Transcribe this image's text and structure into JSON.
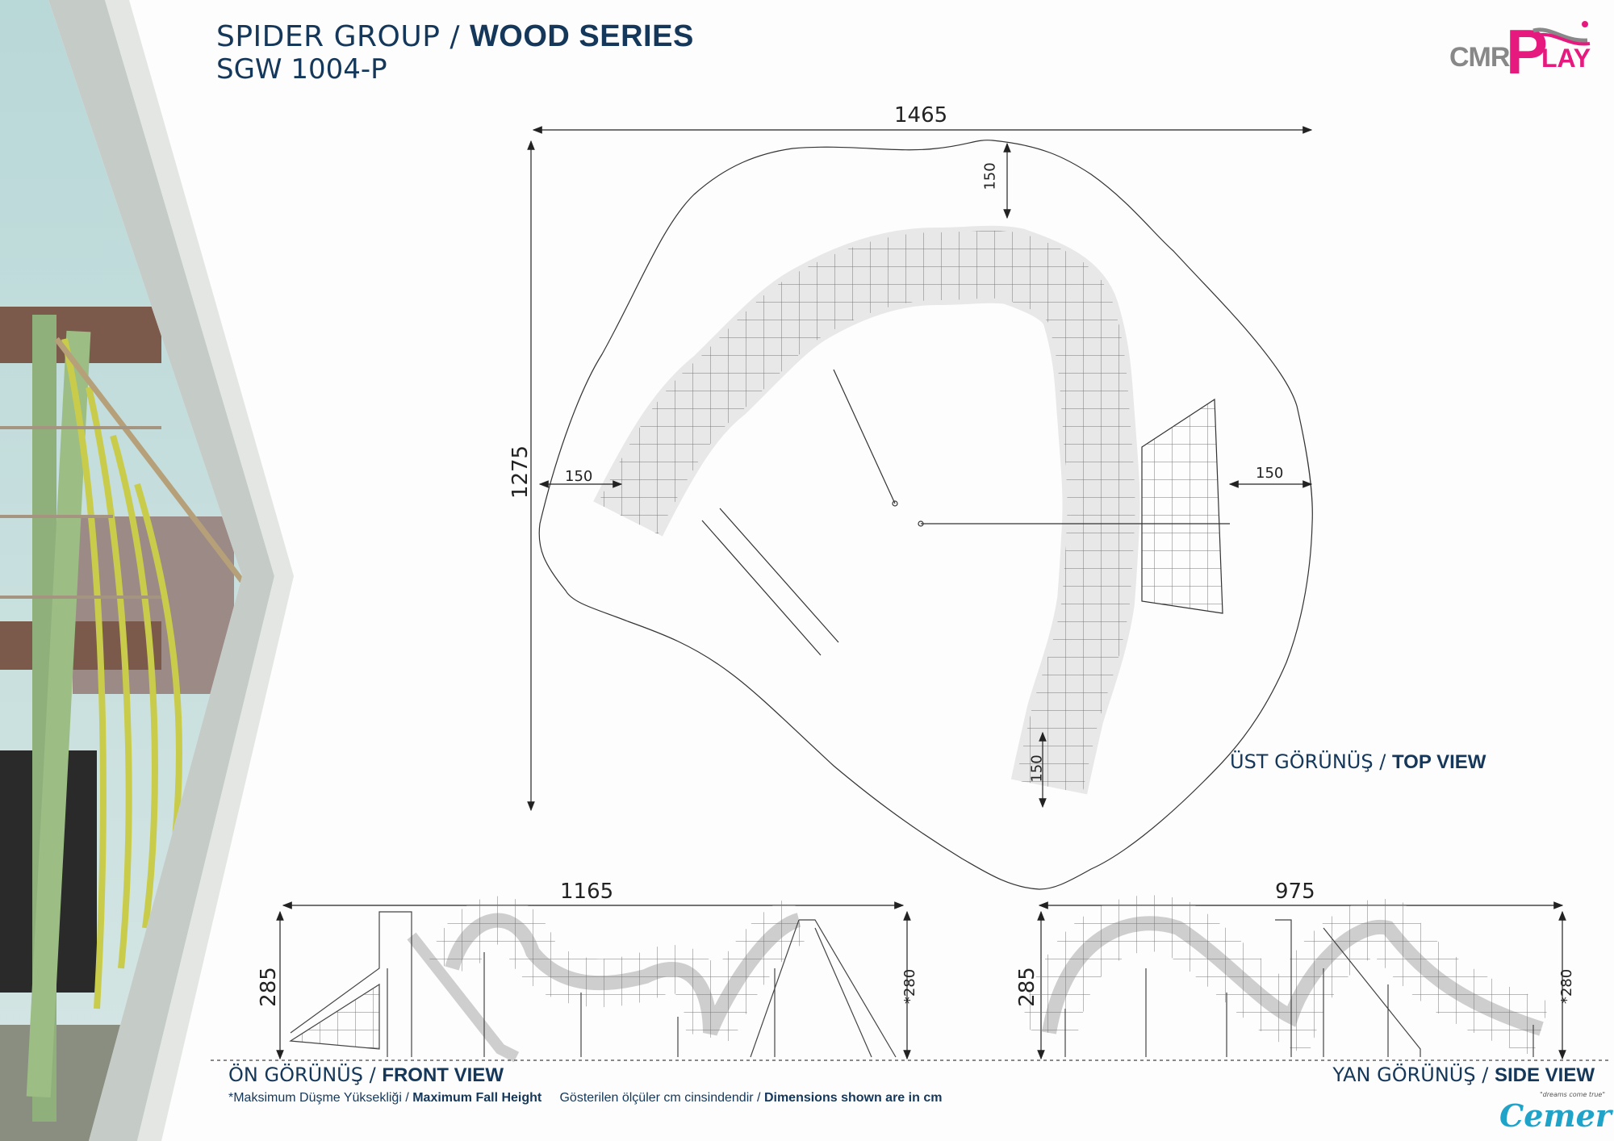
{
  "header": {
    "group": "SPIDER GROUP /",
    "series": "WOOD SERIES",
    "model": "SGW 1004-P"
  },
  "brand": {
    "logo_text": "CMR PLAY",
    "logo_color": "#e6197f",
    "footer_logo": "Cemer",
    "footer_tagline": "\"dreams come true\""
  },
  "top_view": {
    "width": "1465",
    "depth": "1275",
    "clear_top": "150",
    "clear_left": "150",
    "clear_right": "150",
    "clear_bottom": "150",
    "label_tr": "ÜST GÖRÜNÜŞ /",
    "label_en": "TOP VIEW"
  },
  "front_view": {
    "width": "1165",
    "height": "285",
    "fall_height": "*280",
    "label_tr": "ÖN GÖRÜNÜŞ /",
    "label_en": "FRONT VIEW"
  },
  "side_view": {
    "width": "975",
    "height": "285",
    "fall_height": "*280",
    "label_tr": "YAN GÖRÜNÜŞ /",
    "label_en": "SIDE VIEW"
  },
  "notes": {
    "fall_tr": "*Maksimum Düşme Yüksekliği /",
    "fall_en": "Maximum Fall Height",
    "dims_tr": "Gösterilen ölçüler cm cinsindendir /",
    "dims_en": "Dimensions shown are in cm"
  },
  "colors": {
    "navy": "#14375a",
    "pink": "#e6197f",
    "cyan": "#1fa3c9"
  }
}
